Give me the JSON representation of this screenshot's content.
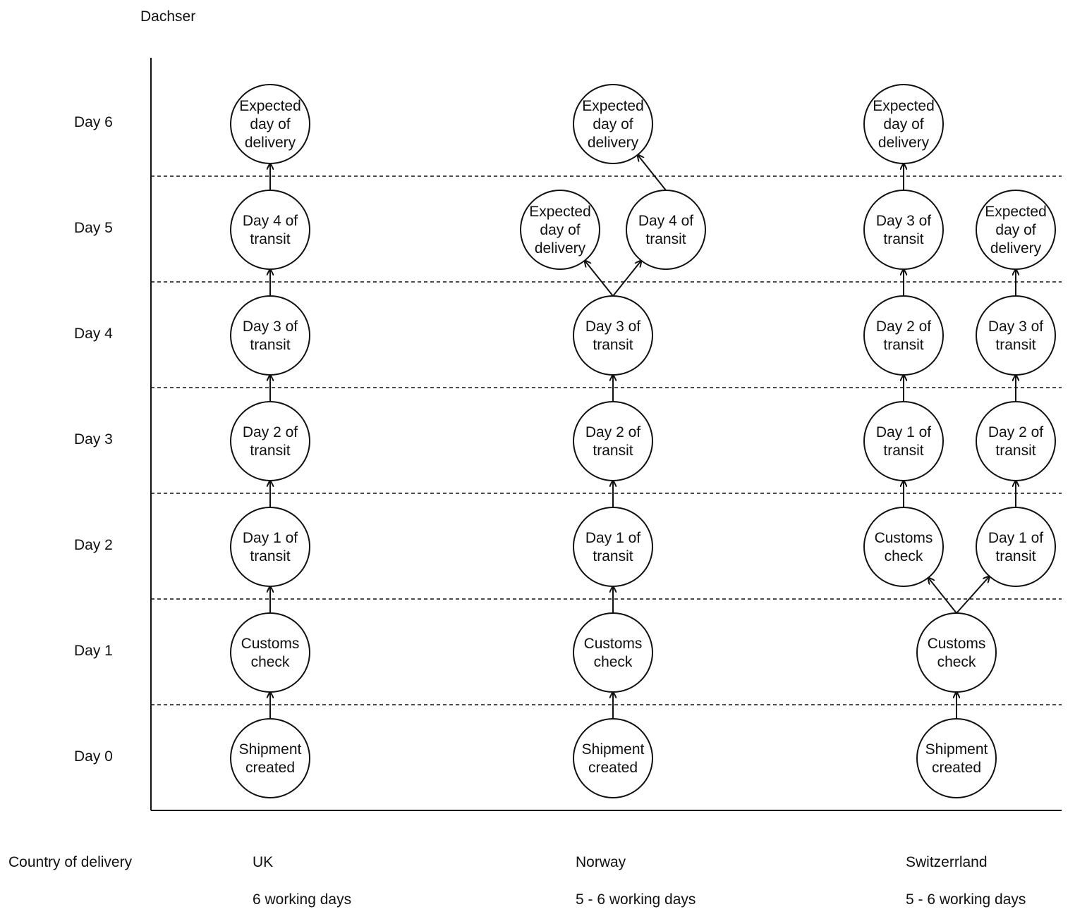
{
  "title": "Dachser",
  "days": [
    "Day 6",
    "Day 5",
    "Day 4",
    "Day 3",
    "Day 2",
    "Day 1",
    "Day 0"
  ],
  "footer": {
    "country_label": "Country of delivery",
    "countries": [
      {
        "name": "UK",
        "duration": "6 working days"
      },
      {
        "name": "Norway",
        "duration": "5 - 6 working days"
      },
      {
        "name": "Switzerrland",
        "duration": "5 - 6 working days"
      }
    ]
  },
  "nodes": [
    {
      "id": "uk0",
      "lines": [
        "Shipment",
        "created"
      ]
    },
    {
      "id": "uk1",
      "lines": [
        "Customs",
        "check"
      ]
    },
    {
      "id": "uk2",
      "lines": [
        "Day 1 of",
        "transit"
      ]
    },
    {
      "id": "uk3",
      "lines": [
        "Day 2 of",
        "transit"
      ]
    },
    {
      "id": "uk4",
      "lines": [
        "Day 3 of",
        "transit"
      ]
    },
    {
      "id": "uk5",
      "lines": [
        "Day 4 of",
        "transit"
      ]
    },
    {
      "id": "uk6",
      "lines": [
        "Expected",
        "day of",
        "delivery"
      ]
    },
    {
      "id": "no0",
      "lines": [
        "Shipment",
        "created"
      ]
    },
    {
      "id": "no1",
      "lines": [
        "Customs",
        "check"
      ]
    },
    {
      "id": "no2",
      "lines": [
        "Day 1 of",
        "transit"
      ]
    },
    {
      "id": "no3",
      "lines": [
        "Day 2 of",
        "transit"
      ]
    },
    {
      "id": "no4",
      "lines": [
        "Day 3 of",
        "transit"
      ]
    },
    {
      "id": "no5a",
      "lines": [
        "Expected",
        "day of",
        "delivery"
      ]
    },
    {
      "id": "no5b",
      "lines": [
        "Day 4 of",
        "transit"
      ]
    },
    {
      "id": "no6",
      "lines": [
        "Expected",
        "day of",
        "delivery"
      ]
    },
    {
      "id": "ch0",
      "lines": [
        "Shipment",
        "created"
      ]
    },
    {
      "id": "ch1",
      "lines": [
        "Customs",
        "check"
      ]
    },
    {
      "id": "ch2a",
      "lines": [
        "Customs",
        "check"
      ]
    },
    {
      "id": "ch2b",
      "lines": [
        "Day 1 of",
        "transit"
      ]
    },
    {
      "id": "ch3a",
      "lines": [
        "Day 1 of",
        "transit"
      ]
    },
    {
      "id": "ch3b",
      "lines": [
        "Day 2 of",
        "transit"
      ]
    },
    {
      "id": "ch4a",
      "lines": [
        "Day 2 of",
        "transit"
      ]
    },
    {
      "id": "ch4b",
      "lines": [
        "Day 3 of",
        "transit"
      ]
    },
    {
      "id": "ch5a",
      "lines": [
        "Day 3 of",
        "transit"
      ]
    },
    {
      "id": "ch5b",
      "lines": [
        "Expected",
        "day of",
        "delivery"
      ]
    },
    {
      "id": "ch6",
      "lines": [
        "Expected",
        "day of",
        "delivery"
      ]
    }
  ],
  "edges": [
    [
      "uk0",
      "uk1"
    ],
    [
      "uk1",
      "uk2"
    ],
    [
      "uk2",
      "uk3"
    ],
    [
      "uk3",
      "uk4"
    ],
    [
      "uk4",
      "uk5"
    ],
    [
      "uk5",
      "uk6"
    ],
    [
      "no0",
      "no1"
    ],
    [
      "no1",
      "no2"
    ],
    [
      "no2",
      "no3"
    ],
    [
      "no3",
      "no4"
    ],
    [
      "no4",
      "no5a"
    ],
    [
      "no4",
      "no5b"
    ],
    [
      "no5b",
      "no6"
    ],
    [
      "ch0",
      "ch1"
    ],
    [
      "ch1",
      "ch2a"
    ],
    [
      "ch1",
      "ch2b"
    ],
    [
      "ch2a",
      "ch3a"
    ],
    [
      "ch3a",
      "ch4a"
    ],
    [
      "ch4a",
      "ch5a"
    ],
    [
      "ch5a",
      "ch6"
    ],
    [
      "ch2b",
      "ch3b"
    ],
    [
      "ch3b",
      "ch4b"
    ],
    [
      "ch4b",
      "ch5b"
    ]
  ]
}
